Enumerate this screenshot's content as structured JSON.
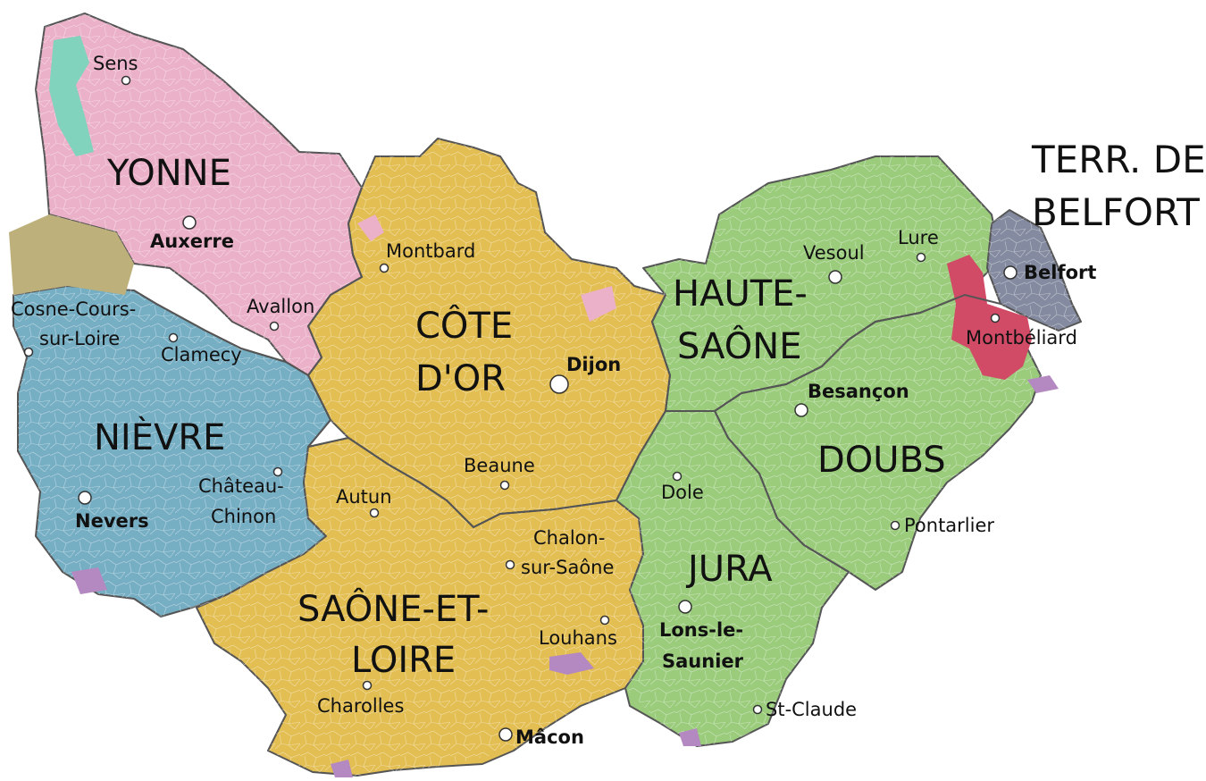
{
  "departments": [
    {
      "id": "yonne",
      "name": "YONNE",
      "color": "#ebb1c8"
    },
    {
      "id": "cote-dor",
      "name_line1": "CÔTE",
      "name_line2": "D'OR",
      "color": "#e3be52"
    },
    {
      "id": "nievre",
      "name": "NIÈVRE",
      "color": "#76aec4"
    },
    {
      "id": "saone-et-loire",
      "name_line1": "SAÔNE-ET-",
      "name_line2": "LOIRE",
      "color": "#e3be52"
    },
    {
      "id": "haute-saone",
      "name_line1": "HAUTE-",
      "name_line2": "SAÔNE",
      "color": "#9acc7c"
    },
    {
      "id": "doubs",
      "name": "DOUBS",
      "color": "#9acc7c"
    },
    {
      "id": "jura",
      "name": "JURA",
      "color": "#9acc7c"
    },
    {
      "id": "belfort",
      "name_line1": "TERR. DE",
      "name_line2": "BELFORT",
      "color": "#848ba0"
    }
  ],
  "accent_colors": {
    "teal": "#82d3be",
    "olive": "#bdb07b",
    "red": "#d14a66",
    "purple": "#b488c0"
  },
  "cities": {
    "sens": "Sens",
    "auxerre": "Auxerre",
    "montbard": "Montbard",
    "avallon": "Avallon",
    "cosne_line1": "Cosne-Cours-",
    "cosne_line2": "sur-Loire",
    "clamecy": "Clamecy",
    "nevers": "Nevers",
    "chateau_line1": "Château-",
    "chateau_line2": "Chinon",
    "dijon": "Dijon",
    "beaune": "Beaune",
    "autun": "Autun",
    "chalon_line1": "Chalon-",
    "chalon_line2": "sur-Saône",
    "louhans": "Louhans",
    "charolles": "Charolles",
    "macon": "Mâcon",
    "vesoul": "Vesoul",
    "lure": "Lure",
    "belfort": "Belfort",
    "montbeliard": "Montbéliard",
    "besancon": "Besançon",
    "dole": "Dole",
    "pontarlier": "Pontarlier",
    "lons_line1": "Lons-le-",
    "lons_line2": "Saunier",
    "st_claude": "St-Claude"
  }
}
